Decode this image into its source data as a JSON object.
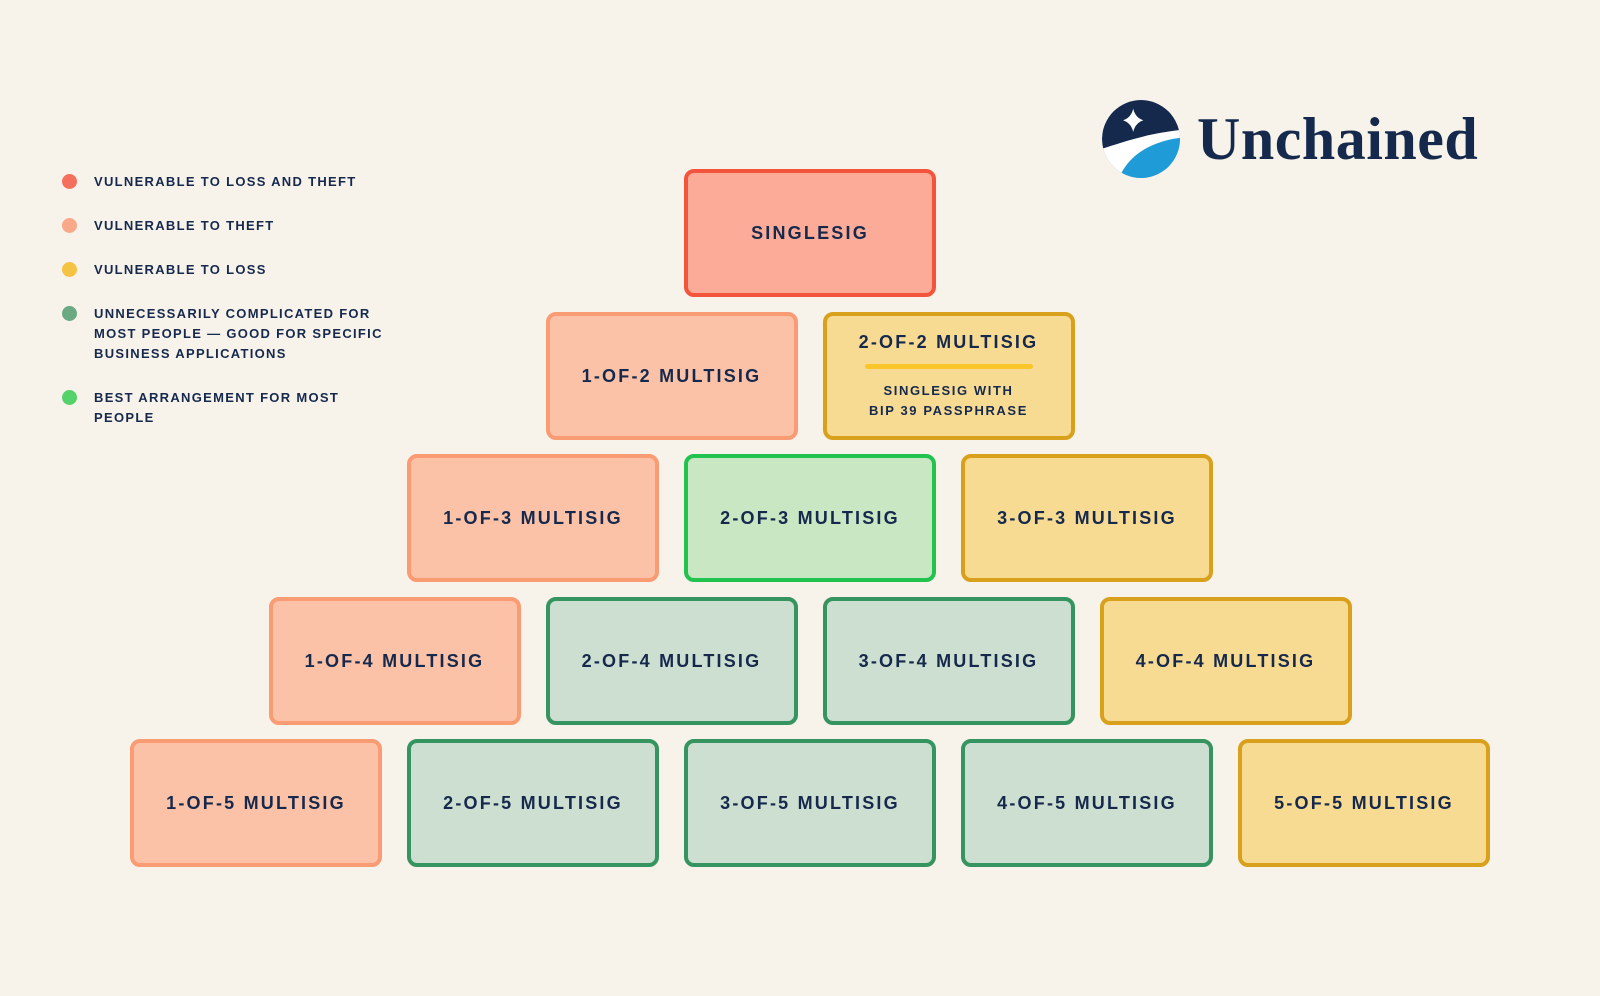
{
  "page": {
    "background": "#F7F3EB",
    "text_color": "#16294D"
  },
  "logo": {
    "brand": "Unchained",
    "navy": "#14294B",
    "blue": "#1F9BD8"
  },
  "legend": {
    "items": [
      {
        "color": "#F4705C",
        "lines": [
          "VULNERABLE TO LOSS AND THEFT"
        ]
      },
      {
        "color": "#F9A88A",
        "lines": [
          "VULNERABLE TO THEFT"
        ]
      },
      {
        "color": "#F5C344",
        "lines": [
          "VULNERABLE TO LOSS"
        ]
      },
      {
        "color": "#6AA981",
        "lines": [
          "UNNECESSARILY COMPLICATED FOR",
          "MOST PEOPLE — GOOD FOR SPECIFIC",
          "BUSINESS APPLICATIONS"
        ]
      },
      {
        "color": "#55D269",
        "lines": [
          "BEST ARRANGEMENT FOR MOST PEOPLE"
        ]
      }
    ]
  },
  "pyramid": {
    "divider_color": "#FBC52C",
    "colors": {
      "red": {
        "fill": "#FBAB97",
        "border": "#F3543C"
      },
      "salmon": {
        "fill": "#FBC2A7",
        "border": "#F99B73"
      },
      "yellow": {
        "fill": "#F7DB93",
        "border": "#D9A01B"
      },
      "green": {
        "fill": "#C9E7C3",
        "border": "#21C24E"
      },
      "sage": {
        "fill": "#CCDFD0",
        "border": "#35945F"
      }
    },
    "rows": [
      [
        {
          "label": "SINGLESIG",
          "type": "red"
        }
      ],
      [
        {
          "label": "1-OF-2 MULTISIG",
          "type": "salmon"
        },
        {
          "label": "2-OF-2 MULTISIG",
          "type": "yellow",
          "divider": true,
          "subtitle": "SINGLESIG WITH\nBIP 39 PASSPHRASE"
        }
      ],
      [
        {
          "label": "1-OF-3 MULTISIG",
          "type": "salmon"
        },
        {
          "label": "2-OF-3 MULTISIG",
          "type": "green"
        },
        {
          "label": "3-OF-3 MULTISIG",
          "type": "yellow"
        }
      ],
      [
        {
          "label": "1-OF-4 MULTISIG",
          "type": "salmon"
        },
        {
          "label": "2-OF-4 MULTISIG",
          "type": "sage"
        },
        {
          "label": "3-OF-4 MULTISIG",
          "type": "sage"
        },
        {
          "label": "4-OF-4 MULTISIG",
          "type": "yellow"
        }
      ],
      [
        {
          "label": "1-OF-5 MULTISIG",
          "type": "salmon"
        },
        {
          "label": "2-OF-5 MULTISIG",
          "type": "sage"
        },
        {
          "label": "3-OF-5 MULTISIG",
          "type": "sage"
        },
        {
          "label": "4-OF-5 MULTISIG",
          "type": "sage"
        },
        {
          "label": "5-OF-5 MULTISIG",
          "type": "yellow"
        }
      ]
    ]
  }
}
